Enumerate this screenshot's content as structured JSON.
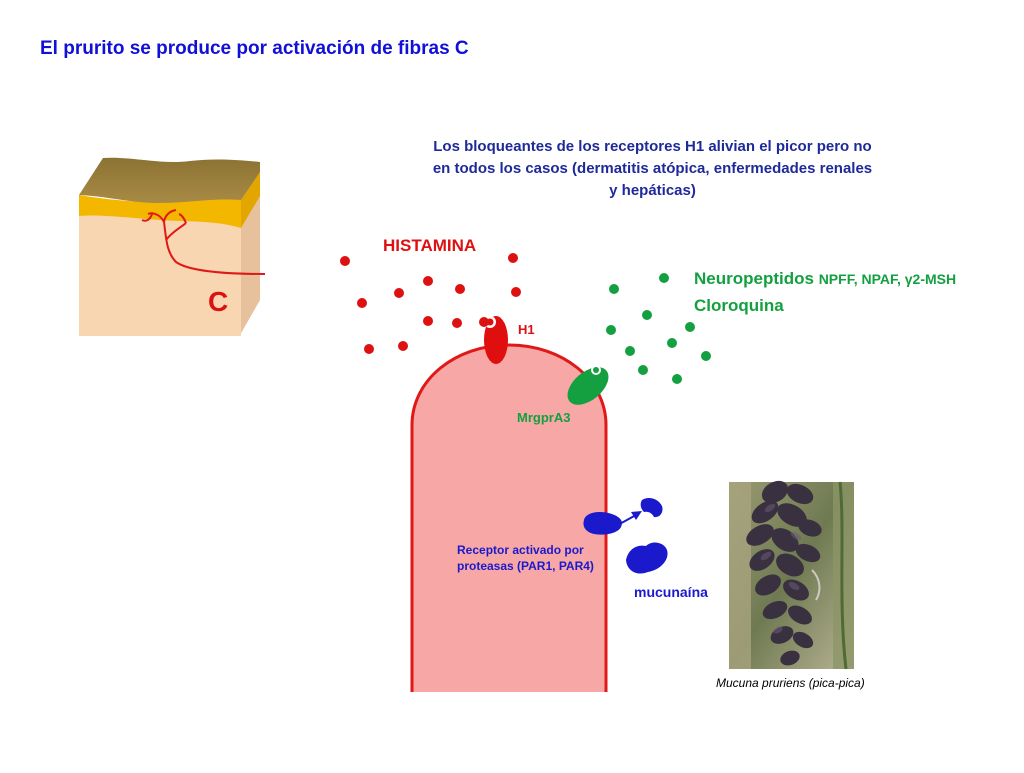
{
  "title": "El prurito se produce por activación de fibras C",
  "note": "Los bloqueantes de los receptores H1 alivian el picor pero no en todos los casos (dermatitis atópica, enfermedades renales y hepáticas)",
  "labels": {
    "histamina": "HISTAMINA",
    "neuropeptidos": "Neuropeptidos",
    "neuropeptidos_list": "NPFF, NPAF, γ2-MSH",
    "cloroquina": "Cloroquina",
    "h1": "H1",
    "mrgpra3": "MrgprA3",
    "par_receptor": "Receptor activado por proteasas (PAR1, PAR4)",
    "mucunaina": "mucunaína",
    "fiber_c": "C"
  },
  "caption": "Mucuna pruriens (pica-pica)",
  "colors": {
    "title": "#1010d8",
    "histamine": "#dd1111",
    "neuropeptide": "#14a040",
    "protease": "#1a1acc",
    "fiber_fill": "#f7a7a5",
    "fiber_stroke": "#e01818",
    "skin": "#f7d4b0",
    "skin_side": "#e8c3a0",
    "skin_top": "#9b7e3c",
    "epidermis": "#f5b800"
  },
  "icons": {
    "skin_block": "skin-cross-section",
    "receptor_h1": "red-receptor-oval",
    "receptor_mrgpra3": "green-receptor-oval",
    "receptor_par": "blue-protease-receptor",
    "plant_photo": "mucuna-flower-photo"
  }
}
